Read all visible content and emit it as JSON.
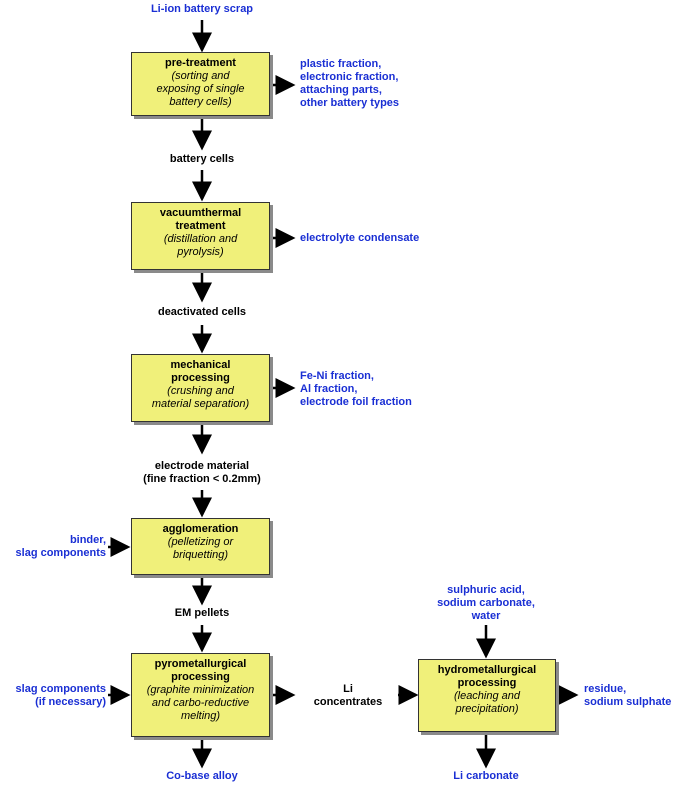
{
  "inputs": {
    "top": "Li-ion battery scrap",
    "binder": [
      "binder,",
      "slag components"
    ],
    "slag": [
      "slag components",
      "(if necessary)"
    ],
    "acid": [
      "sulphuric acid,",
      "sodium carbonate,",
      "water"
    ]
  },
  "boxes": {
    "pretreatment": {
      "title": "pre-treatment",
      "sub": [
        "(sorting and",
        "exposing of single",
        "battery cells)"
      ]
    },
    "vacuum": {
      "title": [
        "vacuumthermal",
        "treatment"
      ],
      "sub": [
        "(distillation and",
        "pyrolysis)"
      ]
    },
    "mechanical": {
      "title": [
        "mechanical",
        "processing"
      ],
      "sub": [
        "(crushing and",
        "material separation)"
      ]
    },
    "agglomeration": {
      "title": "agglomeration",
      "sub": [
        "(pelletizing or",
        "briquetting)"
      ]
    },
    "pyro": {
      "title": [
        "pyrometallurgical",
        "processing"
      ],
      "sub": [
        "(graphite minimization",
        "and carbo-reductive",
        "melting)"
      ]
    },
    "hydro": {
      "title": [
        "hydrometallurgical",
        "processing"
      ],
      "sub": [
        "(leaching and",
        "precipitation)"
      ]
    }
  },
  "intermediates": {
    "cells": "battery cells",
    "deactivated": "deactivated cells",
    "electrode": [
      "electrode material",
      "(fine fraction < 0.2mm)"
    ],
    "pellets": "EM pellets",
    "li": [
      "Li",
      "concentrates"
    ]
  },
  "outputs": {
    "plastic": [
      "plastic fraction,",
      "electronic fraction,",
      "attaching parts,",
      "other battery types"
    ],
    "electrolyte": "electrolyte condensate",
    "feni": [
      "Fe-Ni fraction,",
      "Al fraction,",
      "electrode foil fraction"
    ],
    "cobase": "Co-base alloy",
    "licarb": "Li carbonate",
    "residue": [
      "residue,",
      "sodium sulphate"
    ]
  },
  "colors": {
    "box": "#f0f07a",
    "output_text": "#1a2fd4",
    "arrow": "#000000"
  }
}
